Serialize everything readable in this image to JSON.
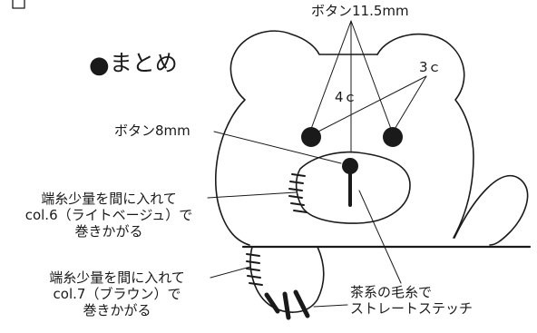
{
  "section_title": "まとめ",
  "labels": {
    "button_large": "ボタン11.5mm",
    "spacing_eyes": "3ｃ",
    "spacing_vertical": "4ｃ",
    "button_small": "ボタン8mm",
    "yarn_tuck_upper": [
      "端糸少量を間に入れて",
      "col.6（ライトベージュ）で",
      "巻きかがる"
    ],
    "yarn_tuck_lower": [
      "端糸少量を間に入れて",
      "col.7（ブラウン）で",
      "巻きかがる"
    ],
    "stitch_note": [
      "茶系の毛糸で",
      "ストレートステッチ"
    ]
  }
}
